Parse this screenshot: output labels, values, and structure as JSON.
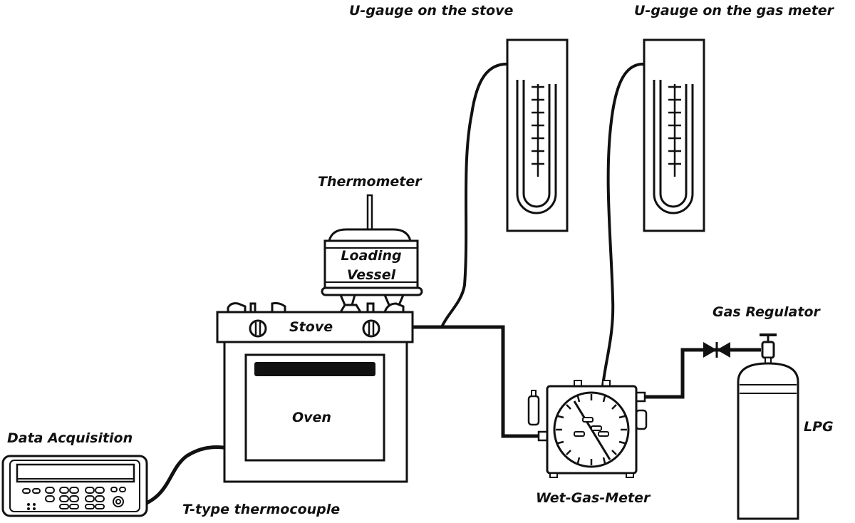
{
  "labels": {
    "u_gauge_stove": "U-gauge on the stove",
    "u_gauge_gas_meter": "U-gauge on the gas meter",
    "thermometer": "Thermometer",
    "loading_vessel_line1": "Loading",
    "loading_vessel_line2": "Vessel",
    "stove": "Stove",
    "oven": "Oven",
    "gas_regulator": "Gas Regulator",
    "lpg": "LPG",
    "data_acquisition": "Data Acquisition",
    "thermocouple": "T-type thermocouple",
    "wet_gas_meter": "Wet-Gas-Meter"
  },
  "colors": {
    "line": "#111111",
    "fill": "#ffffff"
  }
}
